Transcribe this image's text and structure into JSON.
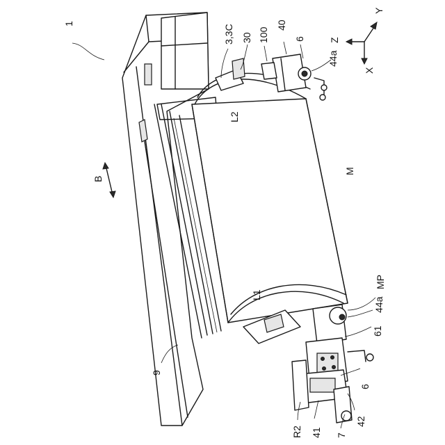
{
  "labels": {
    "ref_1": "1",
    "ref_3_3c": "3,3C",
    "ref_30": "30",
    "ref_100": "100",
    "ref_40": "40",
    "ref_6_top": "6",
    "ref_44a_top": "44a",
    "ref_z": "Z",
    "ref_y": "Y",
    "ref_x": "X",
    "ref_l2": "L2",
    "ref_b": "B",
    "ref_m": "M",
    "ref_l1": "L1",
    "ref_mp": "MP",
    "ref_44a_bottom": "44a",
    "ref_61": "61",
    "ref_9": "9",
    "ref_6_bottom": "6",
    "ref_r2": "R2",
    "ref_41": "41",
    "ref_7": "7",
    "ref_42": "42"
  }
}
